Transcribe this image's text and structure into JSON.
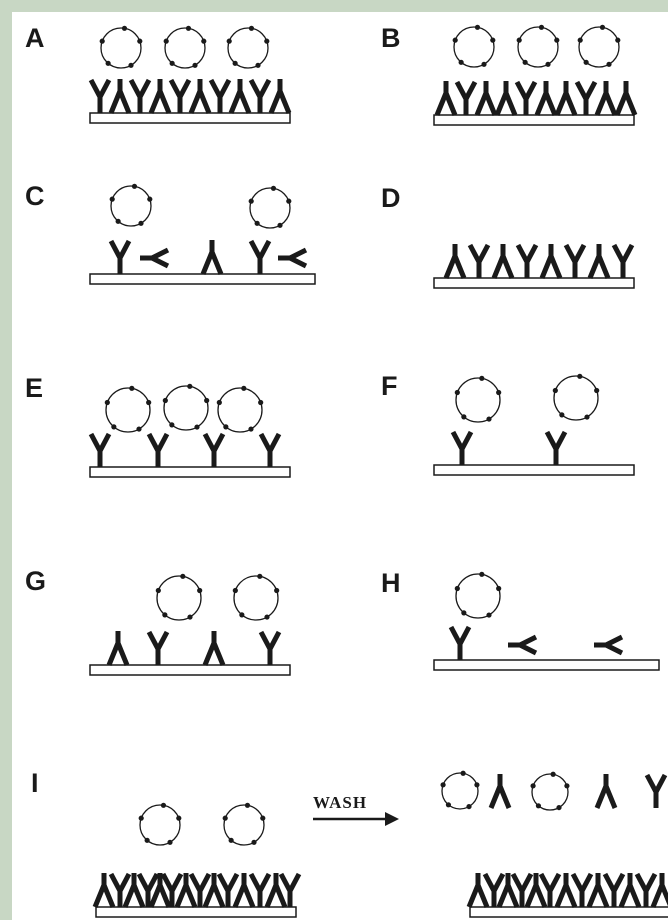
{
  "colors": {
    "border": "#c8d7c4",
    "background": "#ffffff",
    "ink": "#1a1a1a"
  },
  "panels": [
    {
      "label": "A"
    },
    {
      "label": "B"
    },
    {
      "label": "C"
    },
    {
      "label": "D"
    },
    {
      "label": "E"
    },
    {
      "label": "F"
    },
    {
      "label": "G"
    },
    {
      "label": "H"
    },
    {
      "label": "I"
    }
  ],
  "wash": {
    "label": "WASH"
  }
}
